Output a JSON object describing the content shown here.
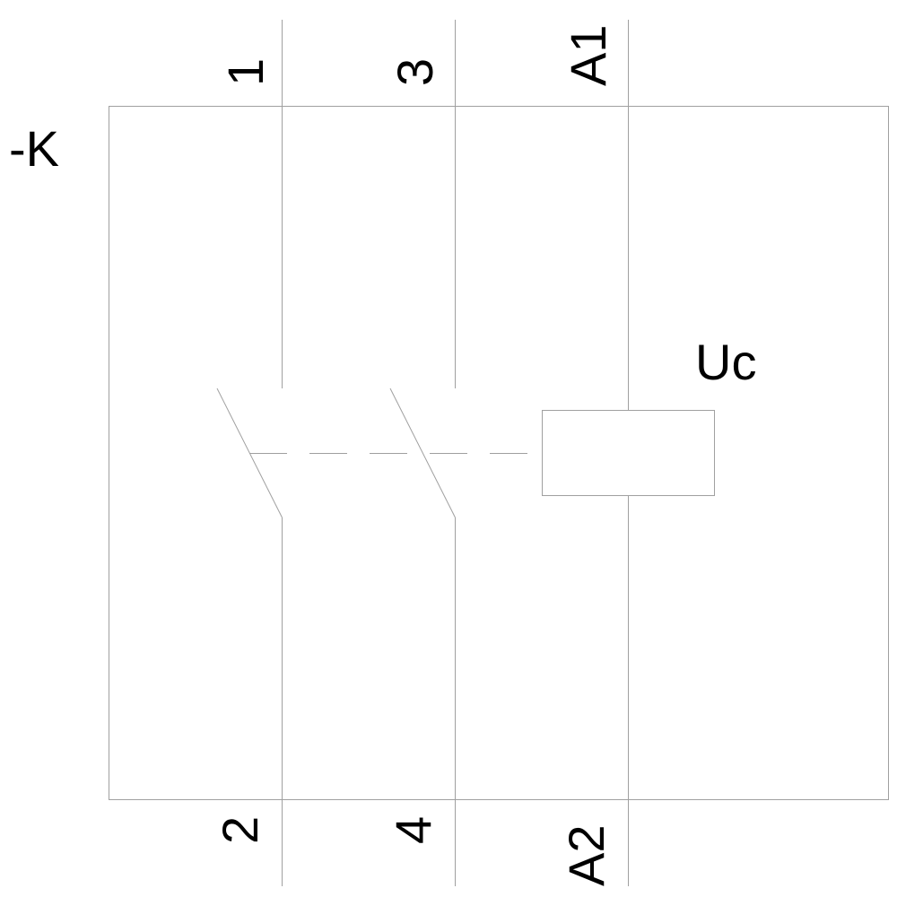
{
  "device": {
    "designation": "-K",
    "coil_label": "Uc"
  },
  "terminals": {
    "top": [
      "1",
      "3",
      "A1"
    ],
    "bottom": [
      "2",
      "4",
      "A2"
    ]
  },
  "colors": {
    "line": "#a0a0a0",
    "text": "#000000"
  }
}
